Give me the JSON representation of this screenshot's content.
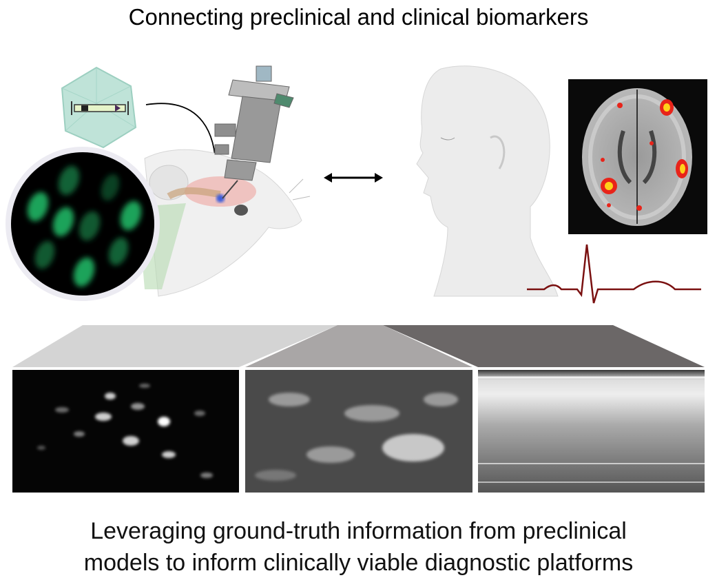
{
  "title": "Connecting preclinical and clinical biomarkers",
  "caption": {
    "line1": "Leveraging ground-truth information from preclinical",
    "line2": "models to inform clinically viable diagnostic platforms"
  },
  "colors": {
    "fluorescence_green": "#1fa35a",
    "heatmap_red": "#e8241a",
    "heatmap_yellow": "#ffd21a",
    "ecg_line": "#7a1010",
    "panel_left": "#d4d4d4",
    "panel_middle": "#a9a6a6",
    "panel_right": "#6b6767"
  }
}
